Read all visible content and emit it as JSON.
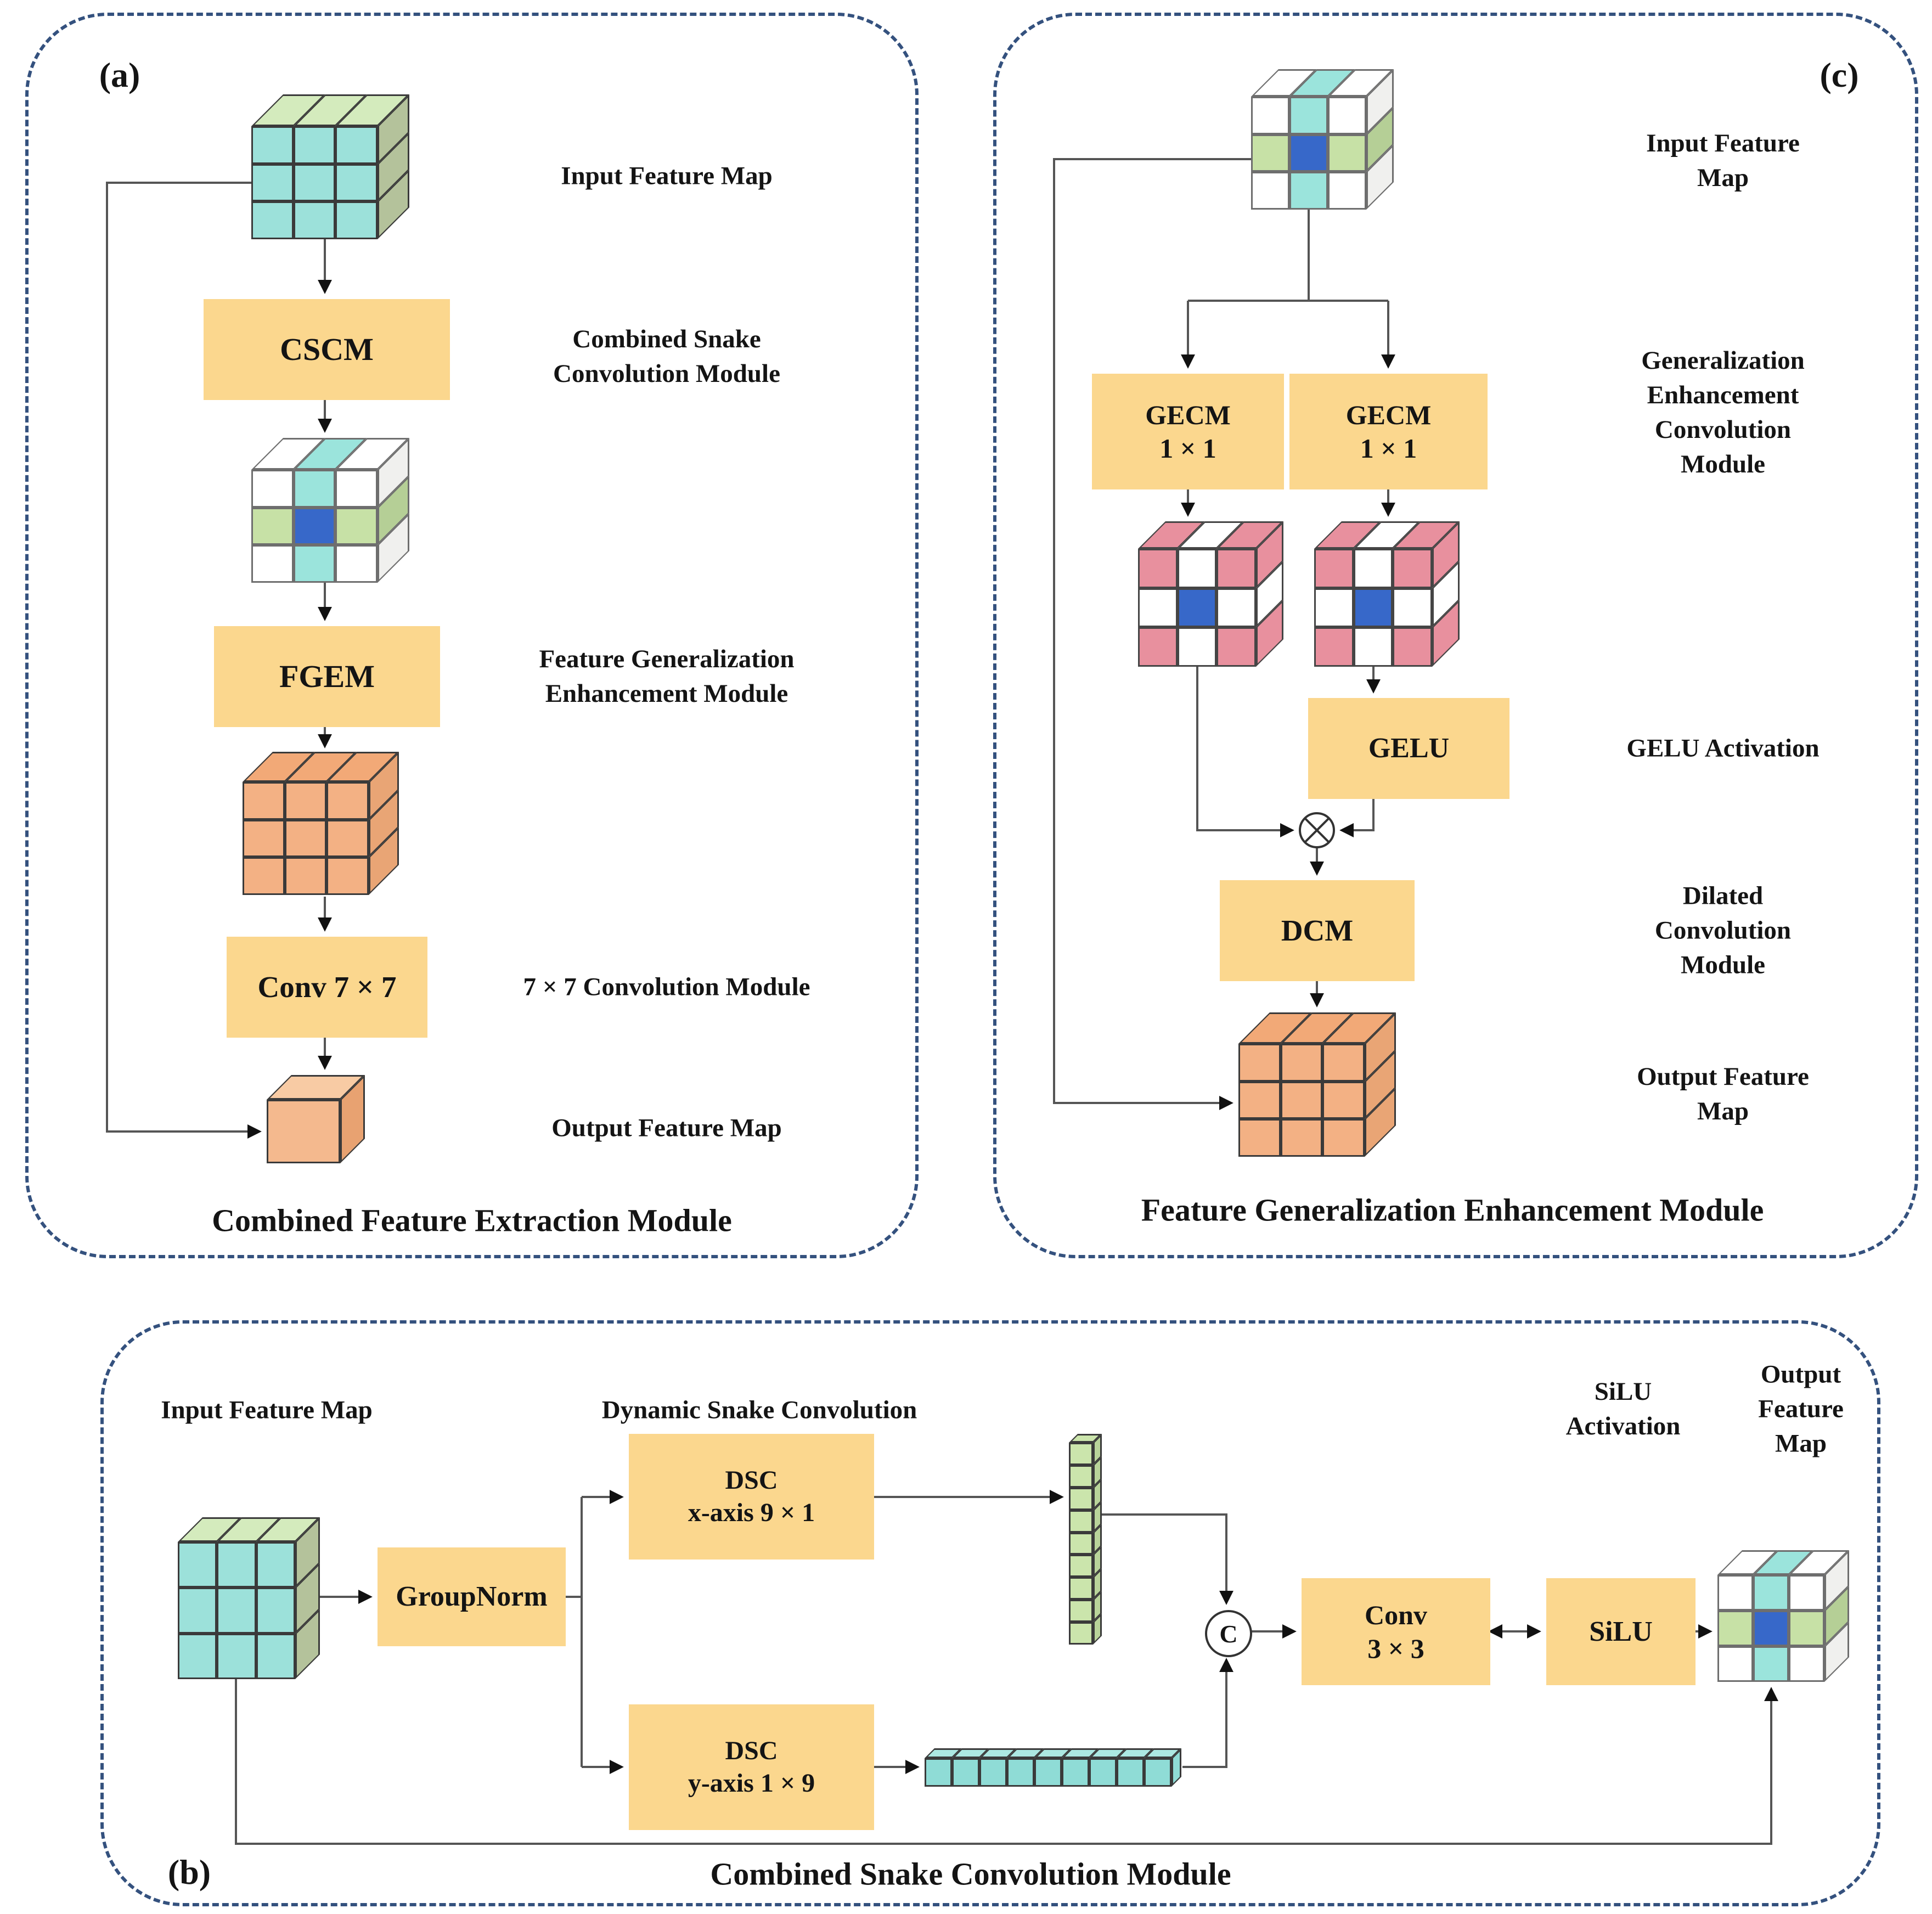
{
  "palette": {
    "t": "#9CE1DA",
    "lg": "#D4EBBD",
    "ol": "#B4C29B",
    "w": "#FFFFFF",
    "tl": "#9BE4DC",
    "gr": "#C7E1A6",
    "bl": "#3768C9",
    "ws": "#F0F0EE",
    "grs": "#B5CF96",
    "or": "#F3B184",
    "ot": "#F2A977",
    "os": "#E9A575",
    "pk": "#E8909E",
    "gb": "#CBE5AC",
    "gbs": "#B9D49A",
    "tb": "#8FDCD6",
    "tbt": "#ACE8E2",
    "sc": "#F4B98E",
    "sct": "#F8CBA4",
    "scs": "#E8A271"
  },
  "cubes": {
    "teal": {
      "cols": 3,
      "rows": 3,
      "edge": "#3a3a3a",
      "front": [
        "t",
        "t",
        "t",
        "t",
        "t",
        "t",
        "t",
        "t",
        "t"
      ],
      "top": [
        "lg",
        "lg",
        "lg"
      ],
      "side": [
        "ol",
        "ol",
        "ol"
      ]
    },
    "cross": {
      "cols": 3,
      "rows": 3,
      "edge": "#6e6e6e",
      "front": [
        "w",
        "tl",
        "w",
        "gr",
        "bl",
        "gr",
        "w",
        "tl",
        "w"
      ],
      "top": [
        "w",
        "tl",
        "w"
      ],
      "side": [
        "ws",
        "grs",
        "ws"
      ]
    },
    "orange": {
      "cols": 3,
      "rows": 3,
      "edge": "#3a3a3a",
      "front": [
        "or",
        "or",
        "or",
        "or",
        "or",
        "or",
        "or",
        "or",
        "or"
      ],
      "top": [
        "ot",
        "ot",
        "ot"
      ],
      "side": [
        "os",
        "os",
        "os"
      ]
    },
    "pink": {
      "cols": 3,
      "rows": 3,
      "edge": "#454545",
      "front": [
        "pk",
        "w",
        "pk",
        "w",
        "bl",
        "w",
        "pk",
        "w",
        "pk"
      ],
      "top": [
        "pk",
        "w",
        "pk"
      ],
      "side": [
        "pk",
        "w",
        "pk"
      ]
    },
    "single": {
      "cols": 1,
      "rows": 1,
      "edge": "#3a3a3a",
      "front": [
        "sc"
      ],
      "top": [
        "sct"
      ],
      "side": [
        "scs"
      ]
    },
    "vbar": {
      "cols": 1,
      "rows": 9,
      "edge": "#3a3a3a",
      "front": [
        "gb",
        "gb",
        "gb",
        "gb",
        "gb",
        "gb",
        "gb",
        "gb",
        "gb"
      ],
      "top": [
        "gb"
      ],
      "side": [
        "gbs",
        "gbs",
        "gbs",
        "gbs",
        "gbs",
        "gbs",
        "gbs",
        "gbs",
        "gbs"
      ]
    },
    "hbar": {
      "cols": 9,
      "rows": 1,
      "edge": "#3a3a3a",
      "front": [
        "tb",
        "tb",
        "tb",
        "tb",
        "tb",
        "tb",
        "tb",
        "tb",
        "tb"
      ],
      "top": [
        "tbt",
        "tbt",
        "tbt",
        "tbt",
        "tbt",
        "tbt",
        "tbt",
        "tbt",
        "tbt"
      ],
      "side": [
        "tb"
      ]
    }
  },
  "nodes": {
    "concat": "C"
  },
  "panels": {
    "a": {
      "tag": "(a)",
      "caption": "Combined Feature Extraction Module",
      "boxes": {
        "cscm": "CSCM",
        "fgem": "FGEM",
        "conv": "Conv 7 × 7"
      },
      "labels": {
        "input": "Input Feature Map",
        "cscm": "Combined Snake\nConvolution Module",
        "fgem": "Feature Generalization\nEnhancement Module",
        "conv": "7 × 7 Convolution Module",
        "output": "Output Feature Map"
      }
    },
    "c": {
      "tag": "(c)",
      "caption": "Feature Generalization Enhancement Module",
      "boxes": {
        "gecm1": "GECM\n1 × 1",
        "gecm2": "GECM\n1 × 1",
        "gelu": "GELU",
        "dcm": "DCM"
      },
      "labels": {
        "input": "Input Feature Map",
        "gecm": "Generalization Enhancement\nConvolution Module",
        "gelu": "GELU Activation",
        "dcm": "Dilated Convolution Module",
        "output": "Output Feature Map"
      }
    },
    "b": {
      "tag": "(b)",
      "caption": "Combined Snake Convolution Module",
      "boxes": {
        "groupnorm": "GroupNorm",
        "dsc_x": "DSC\nx-axis 9 × 1",
        "dsc_y": "DSC\ny-axis 1 × 9",
        "conv": "Conv\n3 × 3",
        "silu": "SiLU"
      },
      "labels": {
        "input": "Input Feature Map",
        "dsc": "Dynamic Snake Convolution",
        "silu": "SiLU\nActivation",
        "output": "Output\nFeature Map"
      }
    }
  }
}
